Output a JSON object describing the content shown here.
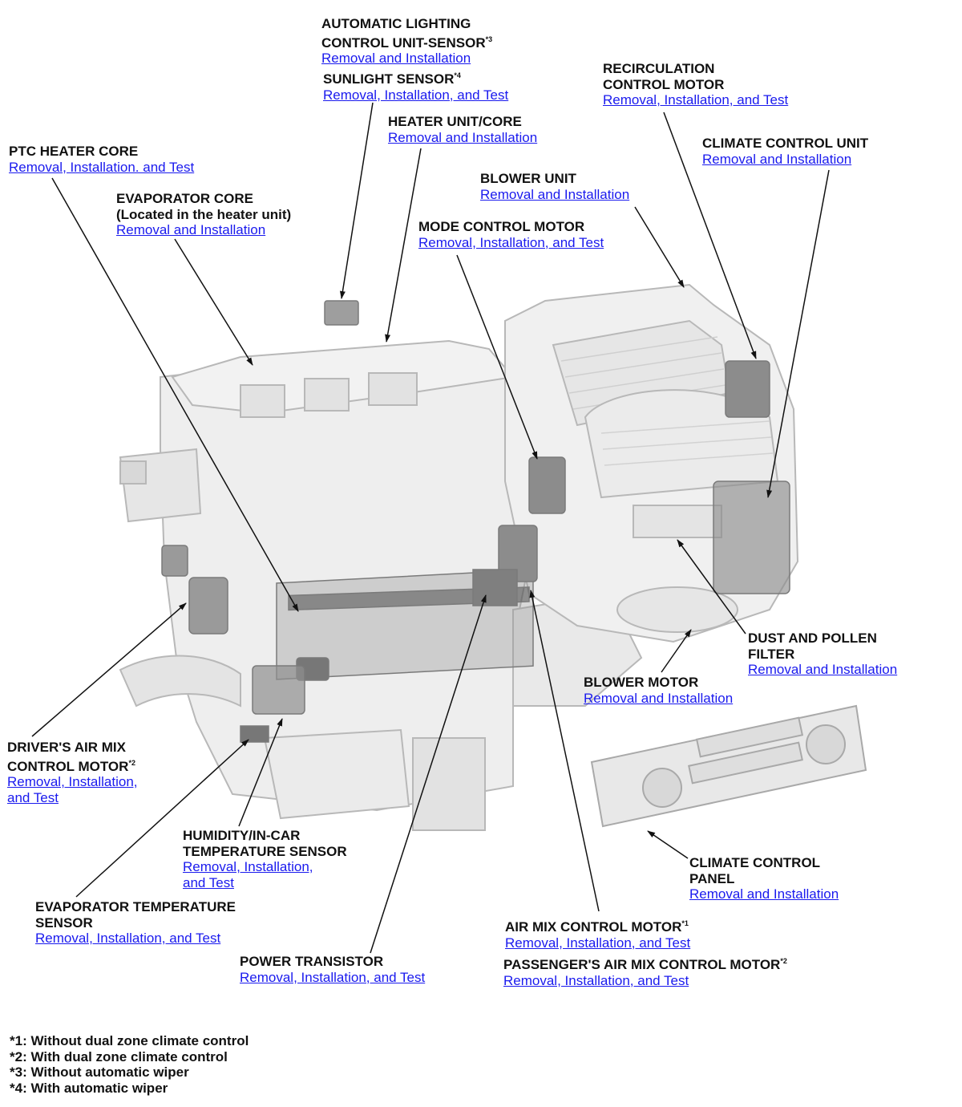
{
  "callouts": {
    "auto_light": {
      "title": "AUTOMATIC LIGHTING CONTROL UNIT-SENSOR",
      "note": "*3",
      "link": "Removal and Installation"
    },
    "sunlight": {
      "title": "SUNLIGHT SENSOR",
      "note": "*4",
      "link": "Removal, Installation, and Test"
    },
    "recirc": {
      "title": "RECIRCULATION CONTROL MOTOR",
      "link": "Removal, Installation, and Test"
    },
    "heater_unit": {
      "title": "HEATER UNIT/CORE",
      "link": "Removal and Installation"
    },
    "ptc": {
      "title": "PTC HEATER CORE",
      "link": "Removal, Installation. and Test"
    },
    "climate_unit": {
      "title": "CLIMATE CONTROL UNIT",
      "link": "Removal and Installation"
    },
    "blower_unit": {
      "title": "BLOWER UNIT",
      "link": "Removal and Installation"
    },
    "evap_core": {
      "title": "EVAPORATOR CORE",
      "subtitle": "(Located in the heater unit)",
      "link": "Removal and Installation"
    },
    "mode_motor": {
      "title": "MODE CONTROL MOTOR",
      "link": "Removal, Installation, and Test"
    },
    "dust_filter": {
      "title": "DUST AND POLLEN FILTER",
      "link": "Removal and Installation"
    },
    "blower_motor": {
      "title": "BLOWER MOTOR",
      "link": "Removal and Installation"
    },
    "driver_airmix": {
      "title": "DRIVER'S AIR MIX CONTROL MOTOR",
      "note": "*2",
      "link": "Removal, Installation, and Test"
    },
    "humidity": {
      "title": "HUMIDITY/IN-CAR TEMPERATURE SENSOR",
      "link": "Removal, Installation, and Test"
    },
    "panel": {
      "title": "CLIMATE CONTROL PANEL",
      "link": "Removal and Installation"
    },
    "evap_temp": {
      "title": "EVAPORATOR TEMPERATURE SENSOR",
      "link": "Removal, Installation, and Test"
    },
    "airmix": {
      "title": "AIR MIX CONTROL MOTOR",
      "note": "*1",
      "link": "Removal, Installation, and Test"
    },
    "power_tr": {
      "title": "POWER TRANSISTOR",
      "link": "Removal, Installation, and Test"
    },
    "pass_airmix": {
      "title": "PASSENGER'S AIR MIX CONTROL MOTOR",
      "note": "*2",
      "link": "Removal, Installation, and Test"
    }
  },
  "footnotes": [
    "*1: Without dual zone climate control",
    "*2: With dual zone climate control",
    "*3: Without automatic wiper",
    "*4: With automatic wiper"
  ],
  "colors": {
    "link": "#1a1aee",
    "text": "#111111",
    "part_fill": "#eeeeee",
    "part_stroke": "#b8b8b8",
    "dark_part": "#9a9a9a"
  }
}
